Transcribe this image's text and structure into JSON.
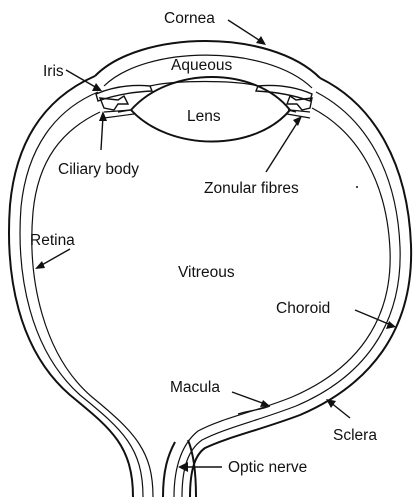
{
  "diagram": {
    "labels": {
      "cornea": "Cornea",
      "iris": "Iris",
      "aqueous": "Aqueous",
      "lens": "Lens",
      "ciliary_body": "Ciliary body",
      "zonular_fibres": "Zonular fibres",
      "retina": "Retina",
      "vitreous": "Vitreous",
      "choroid": "Choroid",
      "macula": "Macula",
      "sclera": "Sclera",
      "optic_nerve": "Optic nerve"
    }
  }
}
